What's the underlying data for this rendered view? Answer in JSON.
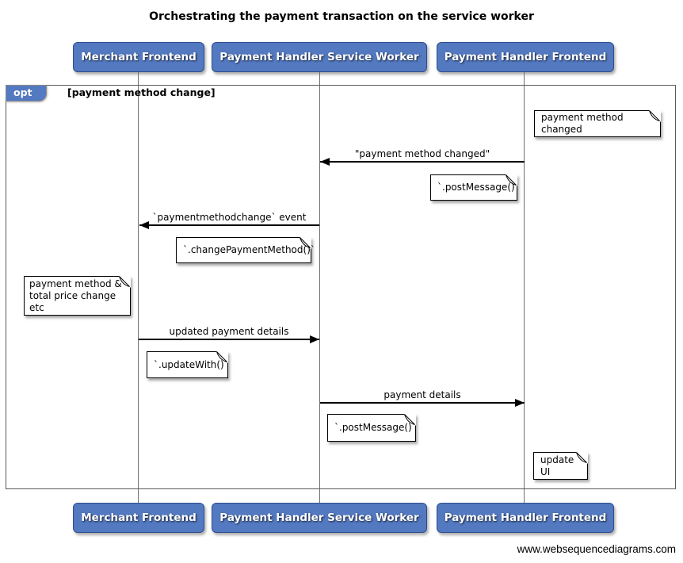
{
  "title": "Orchestrating the payment transaction on the service worker",
  "watermark": "www.websequencediagrams.com",
  "colors": {
    "actor_fill": "#5379c1",
    "actor_border": "#2e4d8c",
    "lifeline": "#6e6e6e",
    "frame_border": "#5a5a5a",
    "arrow": "#000000"
  },
  "actors": [
    {
      "label": "Merchant Frontend"
    },
    {
      "label": "Payment Handler Service Worker"
    },
    {
      "label": "Payment Handler Frontend"
    }
  ],
  "frame": {
    "operator": "opt",
    "guard": "[payment method change]"
  },
  "messages": [
    {
      "label": "\"payment method changed\"",
      "from": "Payment Handler Frontend",
      "to": "Payment Handler Service Worker",
      "direction": "left"
    },
    {
      "label": "`paymentmethodchange` event",
      "from": "Payment Handler Service Worker",
      "to": "Merchant Frontend",
      "direction": "left"
    },
    {
      "label": "updated payment details",
      "from": "Merchant Frontend",
      "to": "Payment Handler Service Worker",
      "direction": "right"
    },
    {
      "label": "payment details",
      "from": "Payment Handler Service Worker",
      "to": "Payment Handler Frontend",
      "direction": "right"
    }
  ],
  "notes": [
    {
      "text": "payment method changed"
    },
    {
      "text": "`.postMessage()`"
    },
    {
      "text": "`.changePaymentMethod()`"
    },
    {
      "text": "payment method &\ntotal price change etc"
    },
    {
      "text": "`.updateWith()`"
    },
    {
      "text": "`.postMessage()`"
    },
    {
      "text": "update UI"
    }
  ]
}
